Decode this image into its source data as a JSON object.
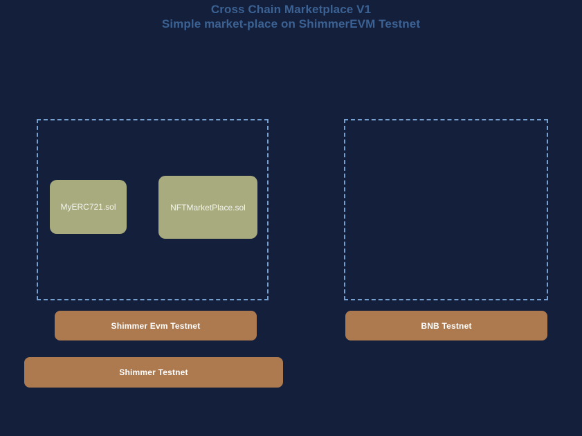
{
  "header": {
    "title": "Cross Chain Marketplace V1",
    "subtitle": "Simple market-place on ShimmerEVM Testnet",
    "color": "#3b6293"
  },
  "colors": {
    "background": "#141f3c",
    "dashed_border": "#75a0cf",
    "contract_fill": "#a8ab7e",
    "contract_text": "#f3f4ef",
    "network_fill": "#ad7a50",
    "network_text": "#ffffff"
  },
  "diagram": {
    "groups": [
      {
        "name": "shimmer-evm-group",
        "contracts": [
          {
            "label": "MyERC721.sol"
          },
          {
            "label": "NFTMarketPlace.sol"
          }
        ]
      },
      {
        "name": "bnb-group",
        "contracts": []
      }
    ],
    "networks": [
      {
        "label": "Shimmer Evm Testnet"
      },
      {
        "label": "BNB Testnet"
      },
      {
        "label": "Shimmer Testnet"
      }
    ]
  }
}
